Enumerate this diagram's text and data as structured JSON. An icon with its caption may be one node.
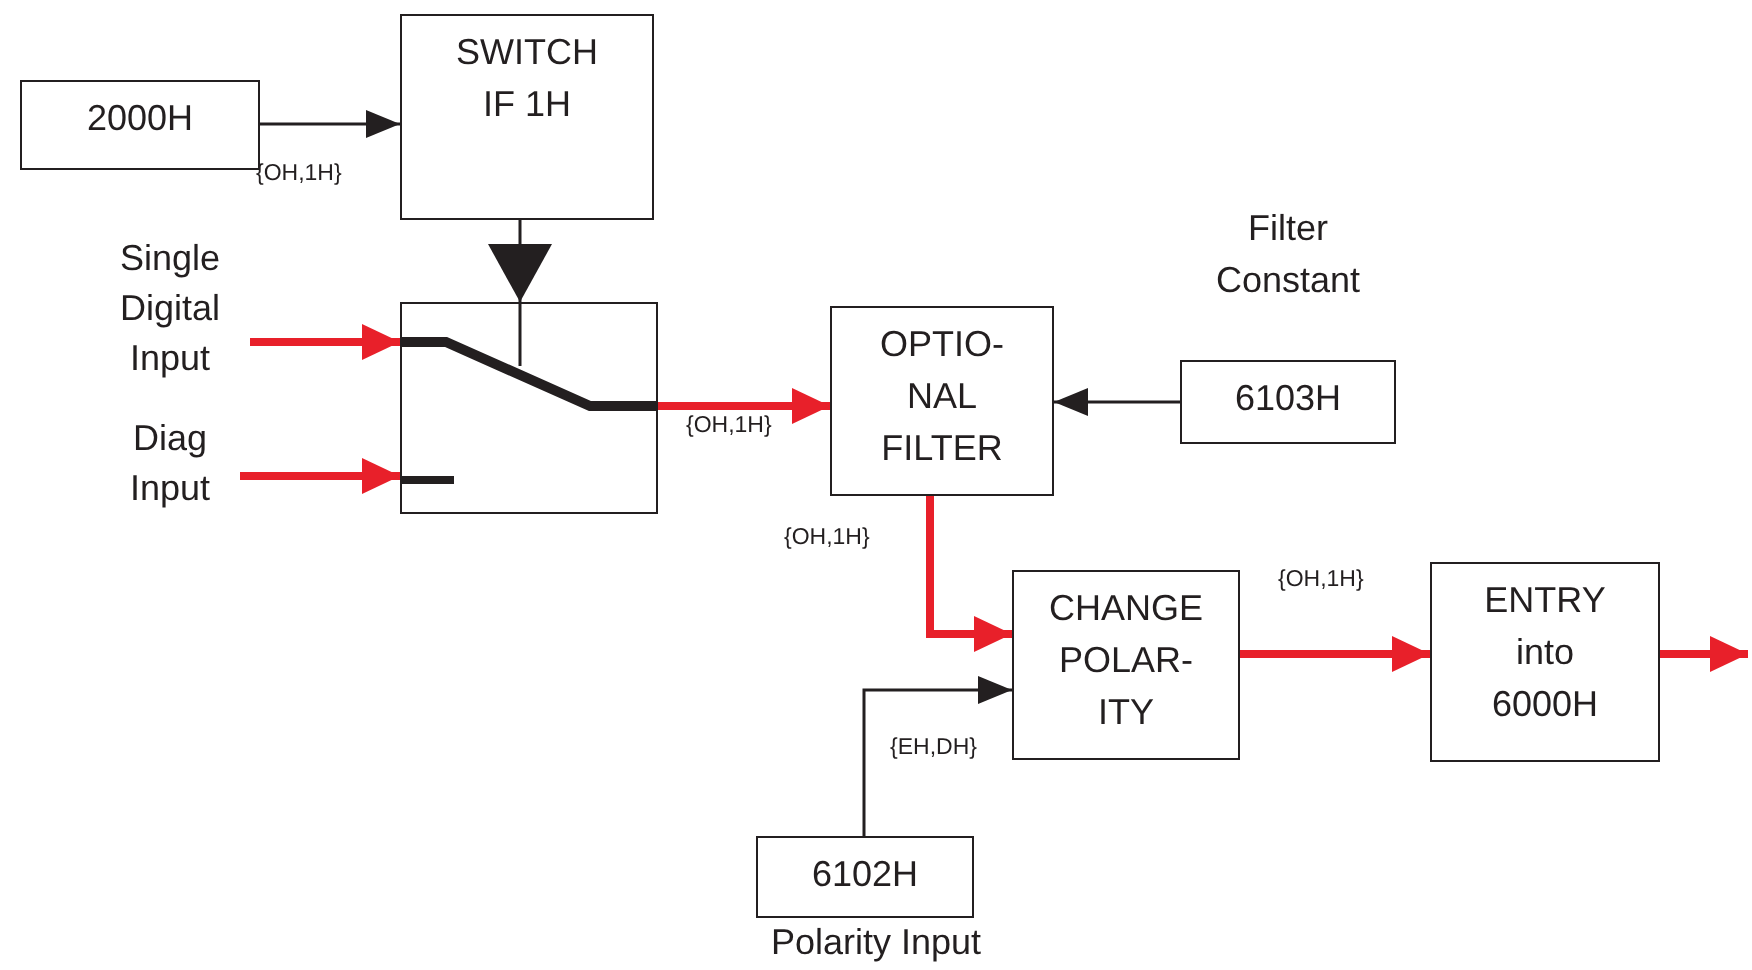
{
  "diagram": {
    "nodes": [
      {
        "text": [
          "2000H"
        ]
      },
      {
        "text": [
          "SWITCH IF 1H"
        ]
      },
      {
        "text": [
          "Single Digital Input"
        ]
      },
      {
        "text": [
          "Diag Input"
        ]
      },
      {
        "text": [],
        "shape": "box"
      },
      {
        "text": [
          "OPTIO- NAL FILTER"
        ]
      },
      {
        "text": [
          "6103H"
        ],
        "beside": [
          "Filter Constant"
        ]
      },
      {
        "text": [
          "CHANGE POLAR- ITY"
        ]
      },
      {
        "text": [
          "ENTRY into 6000H"
        ]
      },
      {
        "text": [
          "6102H"
        ],
        "beside": [
          "Polarity Input"
        ]
      }
    ],
    "edges": [
      {
        "from": 0,
        "to": 1,
        "arrow": "to",
        "label": "{OH,1H}",
        "color": "#231f20"
      },
      {
        "from": 1,
        "to": 4,
        "arrow": "to",
        "color": "#231f20"
      },
      {
        "from": 2,
        "to": 4,
        "arrow": "to"
      },
      {
        "from": 3,
        "to": 4,
        "arrow": "to"
      },
      {
        "from": 4,
        "to": 5,
        "arrow": "to",
        "label": "{OH,1H}"
      },
      {
        "from": 6,
        "to": 5,
        "arrow": "to",
        "color": "#231f20"
      },
      {
        "from": 5,
        "to": 7,
        "arrow": "to",
        "label": "{OH,1H}"
      },
      {
        "from": 9,
        "to": 7,
        "arrow": "to",
        "label": "{EH,DH}",
        "color": "#231f20"
      },
      {
        "from": 7,
        "to": 8,
        "arrow": "to",
        "label": "{OH,1H}"
      },
      {
        "from": 8,
        "to": null,
        "arrow": "to"
      }
    ]
  }
}
